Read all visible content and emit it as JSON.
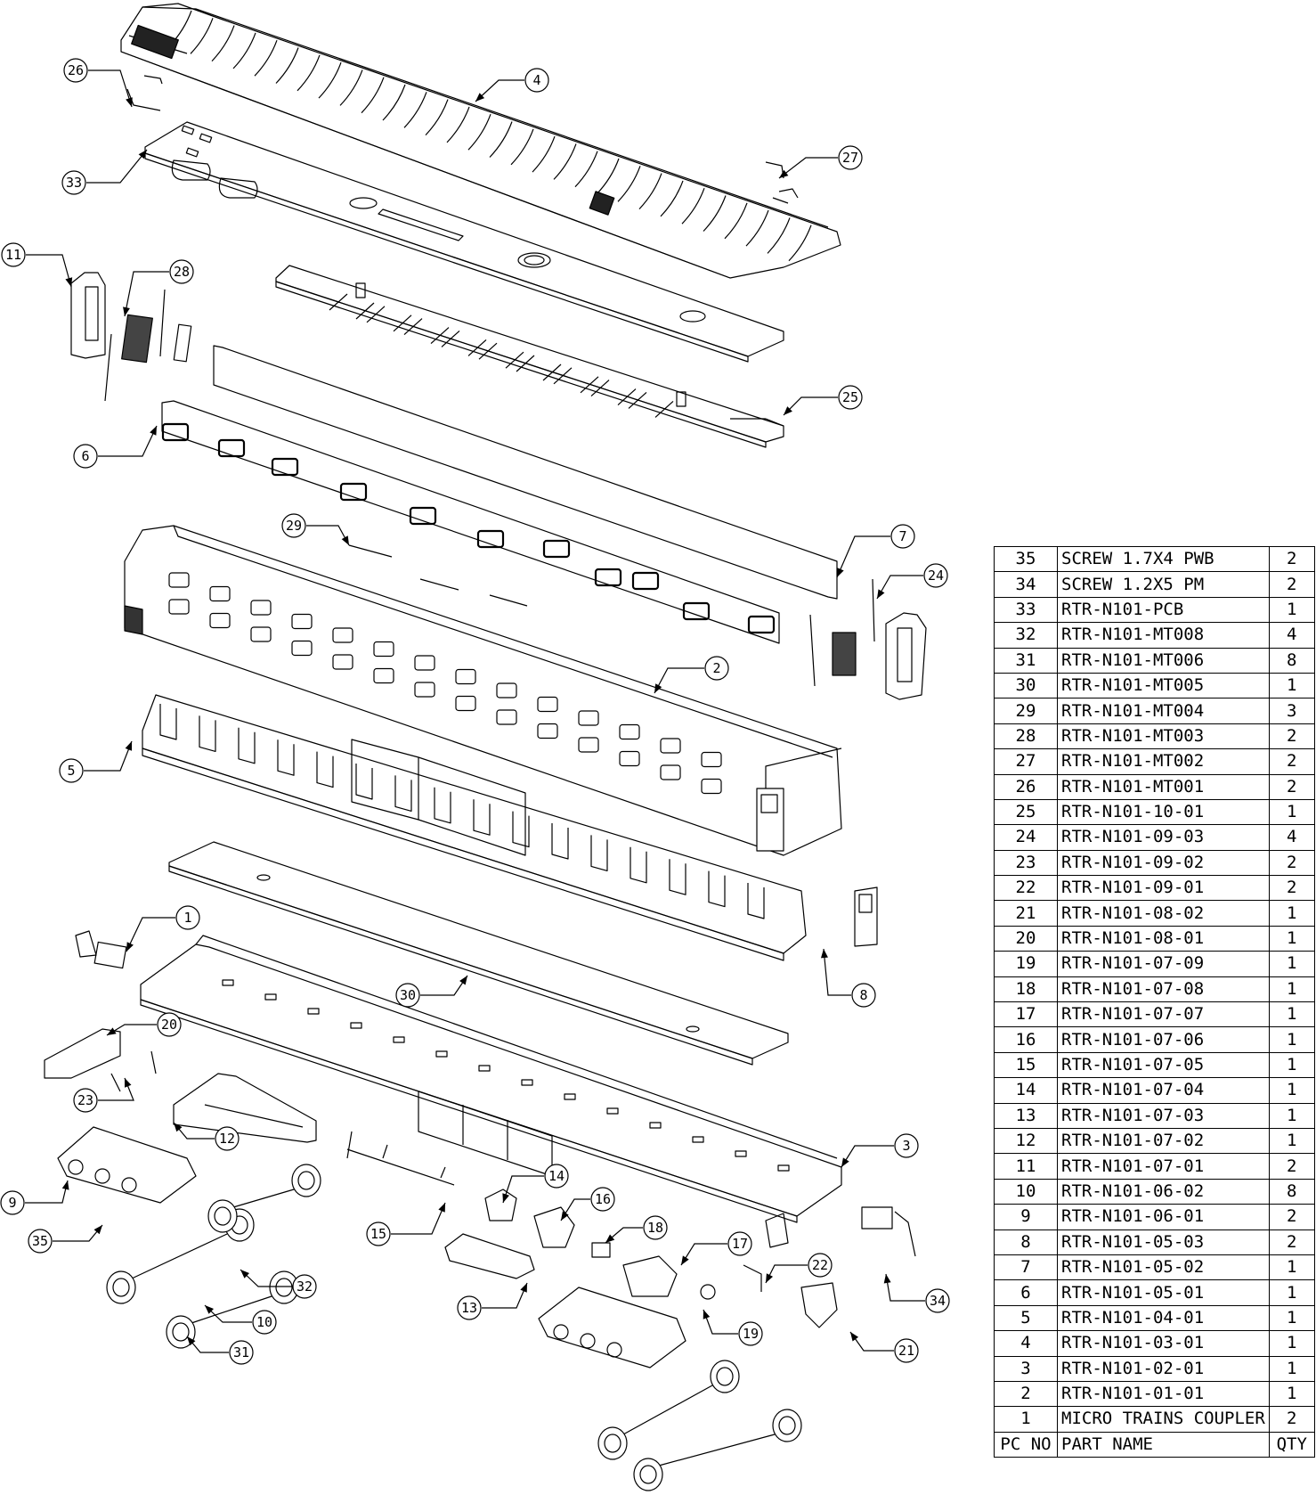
{
  "diagram": {
    "callouts": [
      "26",
      "4",
      "27",
      "33",
      "11",
      "28",
      "25",
      "6",
      "29",
      "7",
      "24",
      "2",
      "5",
      "1",
      "30",
      "8",
      "20",
      "23",
      "3",
      "12",
      "9",
      "14",
      "16",
      "35",
      "15",
      "18",
      "17",
      "22",
      "32",
      "13",
      "10",
      "19",
      "34",
      "31",
      "21"
    ]
  },
  "bom": {
    "header": {
      "pc_no": "PC NO",
      "part_name": "PART NAME",
      "qty": "QTY"
    },
    "rows": [
      {
        "no": "35",
        "name": "SCREW 1.7X4 PWB",
        "qty": "2"
      },
      {
        "no": "34",
        "name": "SCREW 1.2X5 PM",
        "qty": "2"
      },
      {
        "no": "33",
        "name": "RTR-N101-PCB",
        "qty": "1"
      },
      {
        "no": "32",
        "name": "RTR-N101-MT008",
        "qty": "4"
      },
      {
        "no": "31",
        "name": "RTR-N101-MT006",
        "qty": "8"
      },
      {
        "no": "30",
        "name": "RTR-N101-MT005",
        "qty": "1"
      },
      {
        "no": "29",
        "name": "RTR-N101-MT004",
        "qty": "3"
      },
      {
        "no": "28",
        "name": "RTR-N101-MT003",
        "qty": "2"
      },
      {
        "no": "27",
        "name": "RTR-N101-MT002",
        "qty": "2"
      },
      {
        "no": "26",
        "name": "RTR-N101-MT001",
        "qty": "2"
      },
      {
        "no": "25",
        "name": "RTR-N101-10-01",
        "qty": "1"
      },
      {
        "no": "24",
        "name": "RTR-N101-09-03",
        "qty": "4"
      },
      {
        "no": "23",
        "name": "RTR-N101-09-02",
        "qty": "2"
      },
      {
        "no": "22",
        "name": "RTR-N101-09-01",
        "qty": "2"
      },
      {
        "no": "21",
        "name": "RTR-N101-08-02",
        "qty": "1"
      },
      {
        "no": "20",
        "name": "RTR-N101-08-01",
        "qty": "1"
      },
      {
        "no": "19",
        "name": "RTR-N101-07-09",
        "qty": "1"
      },
      {
        "no": "18",
        "name": "RTR-N101-07-08",
        "qty": "1"
      },
      {
        "no": "17",
        "name": "RTR-N101-07-07",
        "qty": "1"
      },
      {
        "no": "16",
        "name": "RTR-N101-07-06",
        "qty": "1"
      },
      {
        "no": "15",
        "name": "RTR-N101-07-05",
        "qty": "1"
      },
      {
        "no": "14",
        "name": "RTR-N101-07-04",
        "qty": "1"
      },
      {
        "no": "13",
        "name": "RTR-N101-07-03",
        "qty": "1"
      },
      {
        "no": "12",
        "name": "RTR-N101-07-02",
        "qty": "1"
      },
      {
        "no": "11",
        "name": "RTR-N101-07-01",
        "qty": "2"
      },
      {
        "no": "10",
        "name": "RTR-N101-06-02",
        "qty": "8"
      },
      {
        "no": "9",
        "name": "RTR-N101-06-01",
        "qty": "2"
      },
      {
        "no": "8",
        "name": "RTR-N101-05-03",
        "qty": "2"
      },
      {
        "no": "7",
        "name": "RTR-N101-05-02",
        "qty": "1"
      },
      {
        "no": "6",
        "name": "RTR-N101-05-01",
        "qty": "1"
      },
      {
        "no": "5",
        "name": "RTR-N101-04-01",
        "qty": "1"
      },
      {
        "no": "4",
        "name": "RTR-N101-03-01",
        "qty": "1"
      },
      {
        "no": "3",
        "name": "RTR-N101-02-01",
        "qty": "1"
      },
      {
        "no": "2",
        "name": "RTR-N101-01-01",
        "qty": "1"
      },
      {
        "no": "1",
        "name": "MICRO TRAINS COUPLER",
        "qty": "2"
      }
    ]
  }
}
